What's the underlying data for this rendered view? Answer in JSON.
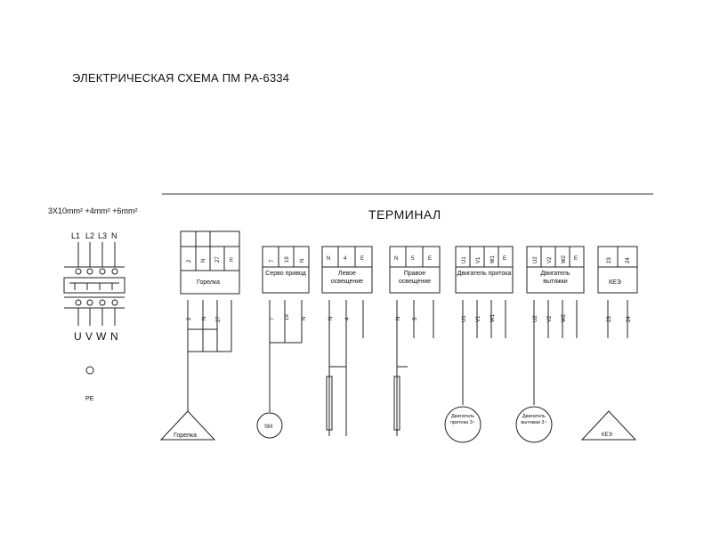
{
  "title": "ЭЛЕКТРИЧЕСКАЯ СХЕМА ПМ РА-6334",
  "terminal_title": "ТЕРМИНАЛ",
  "cable_spec": "3X10mm² +4mm² +6mm²",
  "input_top_labels": [
    "L1",
    "L2",
    "L3",
    "N"
  ],
  "input_bottom_labels": [
    "U",
    "V",
    "W",
    "N"
  ],
  "pe_label": "PE",
  "blocks": [
    {
      "name": "Горелка",
      "terminals": [
        "2",
        "N",
        "27",
        "E"
      ],
      "symbol": "Горелка"
    },
    {
      "name": "Серво привод",
      "terminals": [
        "7",
        "19",
        "N"
      ],
      "symbol": "SM"
    },
    {
      "name": "Левое освещение",
      "terminals": [
        "N",
        "4",
        "E"
      ],
      "symbol": ""
    },
    {
      "name": "Правое освещение",
      "terminals": [
        "N",
        "5",
        "E"
      ],
      "symbol": ""
    },
    {
      "name": "Двигатель притока",
      "terminals": [
        "U1",
        "V1",
        "W1",
        "E"
      ],
      "symbol": "Двигатель притока 3~"
    },
    {
      "name": "Двигатель вытяжки",
      "terminals": [
        "U2",
        "V2",
        "W2",
        "E"
      ],
      "symbol": "Двигатель вытяжки 3~"
    },
    {
      "name": "КЕЭ",
      "terminals": [
        "23",
        "24"
      ],
      "symbol": "КЕЭ"
    }
  ]
}
